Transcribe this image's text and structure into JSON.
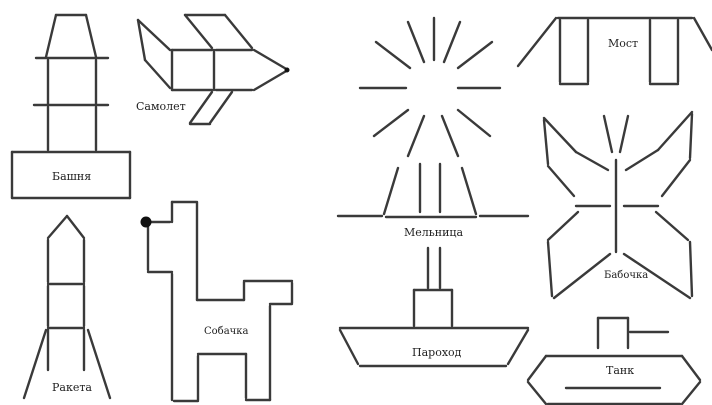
{
  "figures": [
    {
      "id": "tower",
      "label": "Башня"
    },
    {
      "id": "airplane",
      "label": "Самолет"
    },
    {
      "id": "rocket",
      "label": "Ракета"
    },
    {
      "id": "dog",
      "label": "Собачка"
    },
    {
      "id": "windmill",
      "label": "Мельница"
    },
    {
      "id": "steamboat",
      "label": "Пароход"
    },
    {
      "id": "bridge",
      "label": "Мост"
    },
    {
      "id": "butterfly",
      "label": "Бабочка"
    },
    {
      "id": "tank",
      "label": "Танк"
    }
  ],
  "colors": {
    "match": "#3a3a3a",
    "head": "#111111",
    "text": "#222222"
  }
}
